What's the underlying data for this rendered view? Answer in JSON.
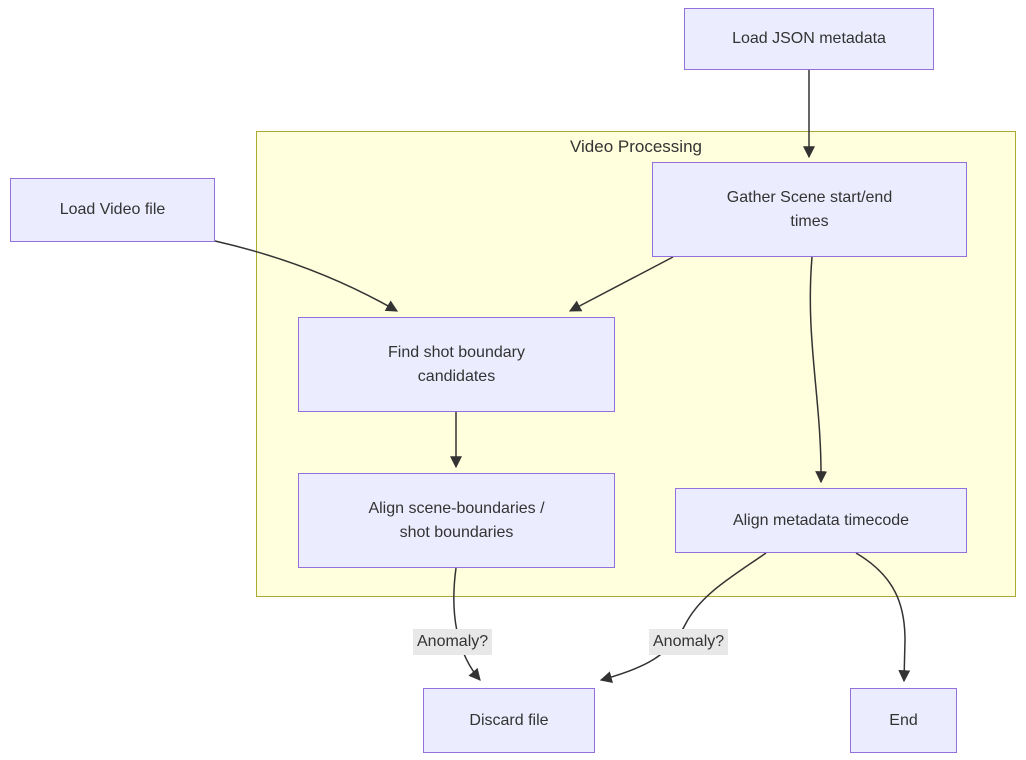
{
  "diagram": {
    "subgraph_title": "Video Processing",
    "nodes": {
      "load_json": {
        "line1": "Load JSON metadata"
      },
      "load_video": {
        "line1": "Load Video file"
      },
      "gather_scene": {
        "line1": "Gather Scene start/end",
        "line2": "times"
      },
      "find_shot": {
        "line1": "Find shot boundary",
        "line2": "candidates"
      },
      "align_scene": {
        "line1": "Align scene-boundaries /",
        "line2": "shot boundaries"
      },
      "align_meta": {
        "line1": "Align metadata timecode"
      },
      "discard": {
        "line1": "Discard file"
      },
      "end": {
        "line1": "End"
      }
    },
    "edge_labels": {
      "anomaly_left": "Anomaly?",
      "anomaly_right": "Anomaly?"
    },
    "colors": {
      "node_fill": "#ECECFF",
      "node_border": "#9370DB",
      "subgraph_fill": "#FFFFDE",
      "subgraph_border": "#AAAA33",
      "edge": "#333333",
      "edge_label_bg": "#e8e8e8",
      "text": "#333333"
    }
  }
}
